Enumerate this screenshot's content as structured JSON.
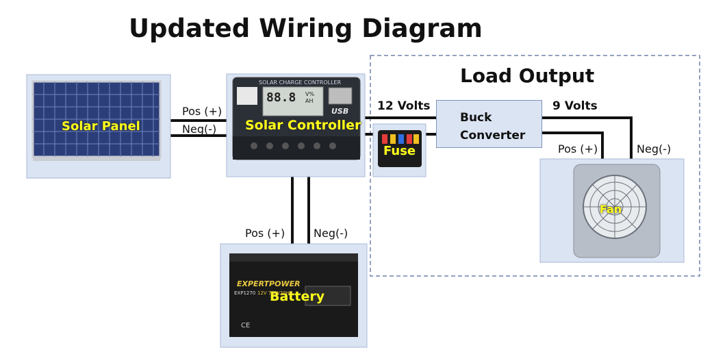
{
  "title": "Updated Wiring Diagram",
  "load_output": "Load Output",
  "components": {
    "solar_panel": "Solar Panel",
    "solar_controller": "Solar Controller",
    "fuse": "Fuse",
    "battery": "Battery",
    "fan": "Fan",
    "buck_converter": [
      "Buck",
      "Converter"
    ]
  },
  "controller_text": {
    "header": "SOLAR CHARGE CONTROLLER",
    "display": "88.8",
    "display_unit_top": "V%",
    "display_unit_bottom": "AH",
    "usb": "USB"
  },
  "battery_text": {
    "brand": "EXPERTPOWER",
    "model": "EXP1270",
    "rating": "12V 7AH/20HR",
    "warning": "CE"
  },
  "wire_labels": {
    "panel_pos": "Pos (+)",
    "panel_neg": "Neg(-)",
    "battery_pos": "Pos (+)",
    "battery_neg": "Neg(-)",
    "fan_pos": "Pos (+)",
    "fan_neg": "Neg(-)",
    "volts_in": "12 Volts",
    "volts_out": "9 Volts"
  },
  "colors": {
    "wire": "#111111",
    "component_bg": "#dbe4f2",
    "component_label": "#ffff1a",
    "load_box_border": "#6f83a8"
  }
}
